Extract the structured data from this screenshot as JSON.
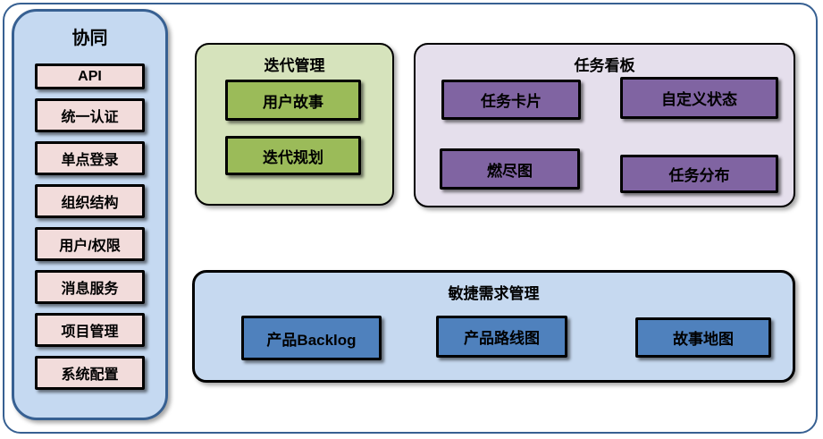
{
  "sidebar": {
    "title": "协同",
    "items": [
      "API",
      "统一认证",
      "单点登录",
      "组织结构",
      "用户/权限",
      "消息服务",
      "项目管理",
      "系统配置"
    ]
  },
  "groups": {
    "iteration": {
      "title": "迭代管理",
      "items": [
        "用户故事",
        "迭代规划"
      ]
    },
    "kanban": {
      "title": "任务看板",
      "items": [
        "任务卡片",
        "自定义状态",
        "燃尽图",
        "任务分布"
      ]
    },
    "agile": {
      "title": "敏捷需求管理",
      "items": [
        "产品Backlog",
        "产品路线图",
        "故事地图"
      ]
    }
  },
  "colors": {
    "frame-border": "#376092",
    "sidebar-bg": "#C5D9F1",
    "sidebar-border": "#376092",
    "pink-item": "#F2DCDB",
    "green-bg": "#D6E3BC",
    "green-item": "#9BBB59",
    "purple-bg": "#E5DFEC",
    "purple-item": "#8064A2",
    "blue-bg": "#C6D9F0",
    "blue-item": "#4F81BD",
    "item-border": "#000000"
  }
}
